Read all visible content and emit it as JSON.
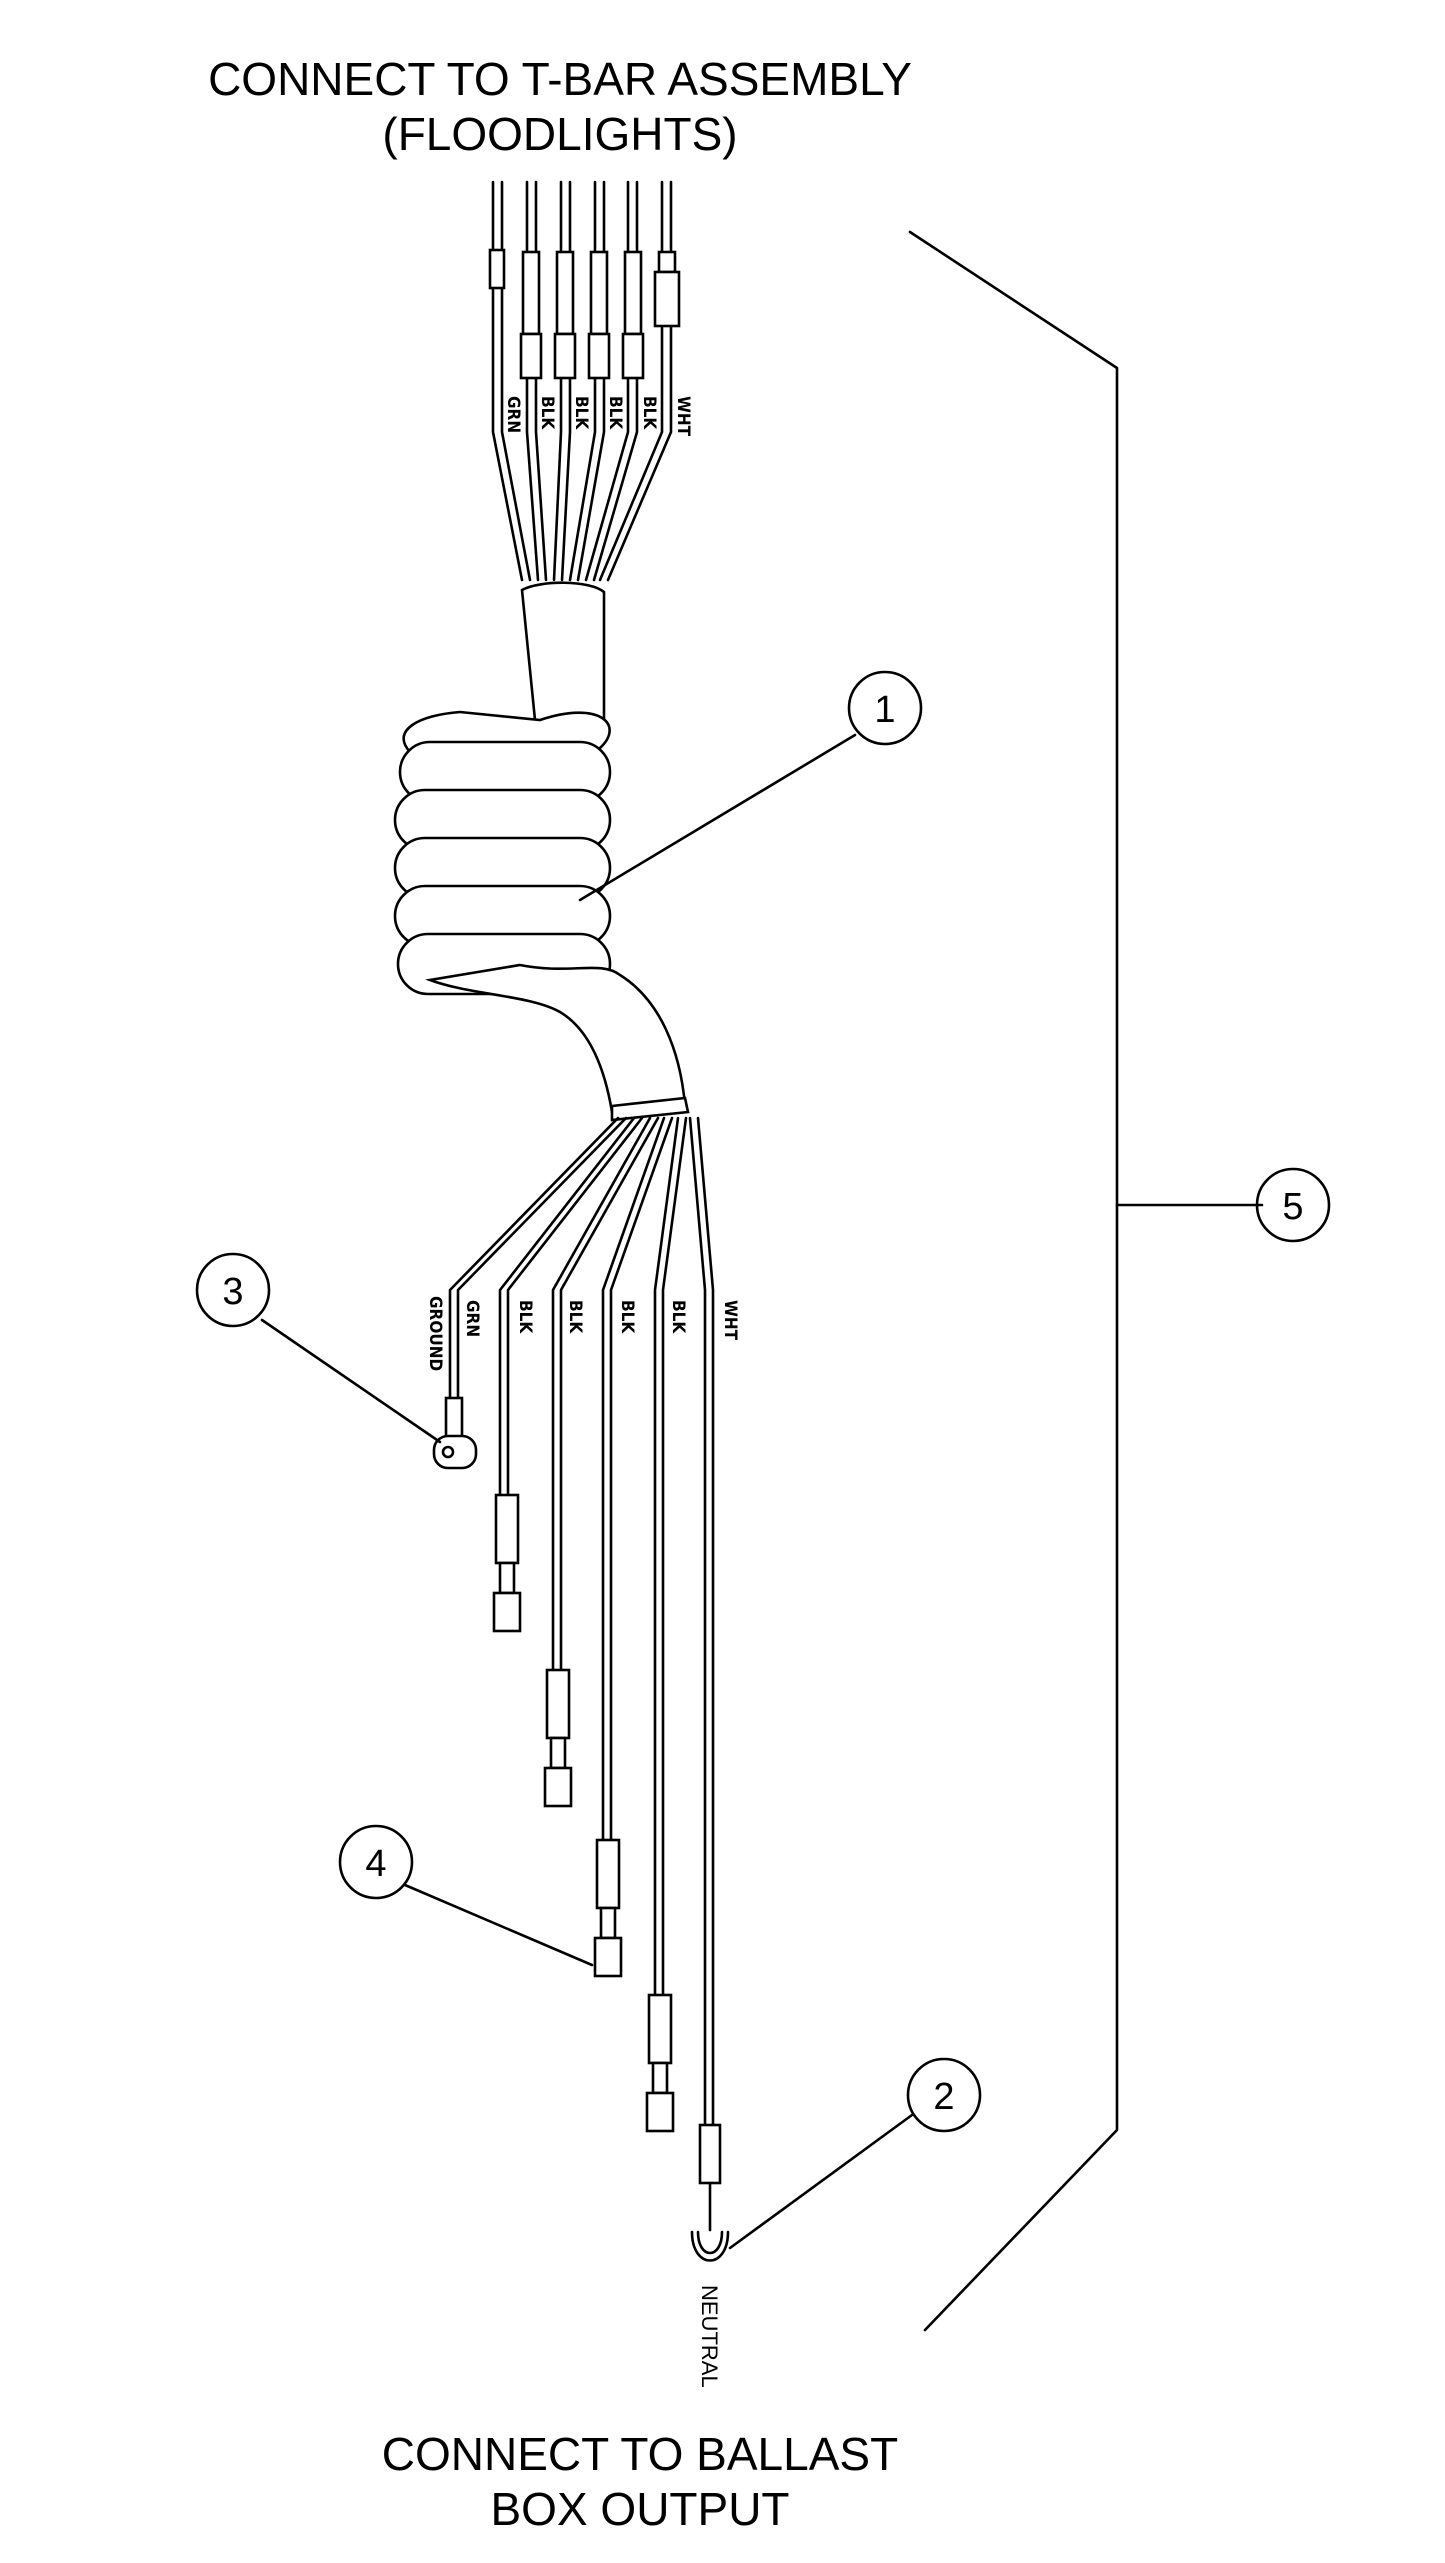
{
  "title_top": {
    "line1": "CONNECT TO T-BAR ASSEMBLY",
    "line2": "(FLOODLIGHTS)"
  },
  "title_bottom": {
    "line1": "CONNECT TO BALLAST",
    "line2": "BOX OUTPUT"
  },
  "top_wires": [
    "GRN",
    "BLK",
    "BLK",
    "BLK",
    "BLK",
    "WHT"
  ],
  "bottom_wires": [
    "GROUND",
    "GRN",
    "BLK",
    "BLK",
    "BLK",
    "BLK",
    "WHT"
  ],
  "neutral_label": "NEUTRAL",
  "callouts": [
    "1",
    "2",
    "3",
    "4",
    "5"
  ]
}
